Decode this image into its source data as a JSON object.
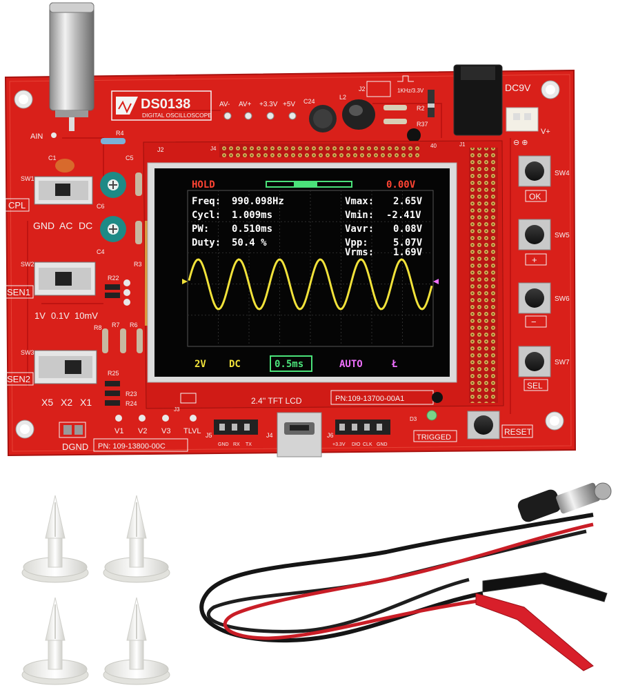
{
  "board": {
    "brand": "DS0138",
    "subtitle": "DIGITAL OSCILLOSCOPE",
    "power_label": "DC9V",
    "ain_label": "AIN",
    "cpl_label": "CPL",
    "cpl_options": [
      "GND",
      "AC",
      "DC"
    ],
    "sen1_label": "SEN1",
    "sen1_options": [
      "1V",
      "0.1V",
      "10mV"
    ],
    "sen2_label": "SEN2",
    "sen2_options": [
      "X5",
      "X2",
      "X1"
    ],
    "dgnd_label": "DGND",
    "board_pn": "PN: 109-13800-00C",
    "lcd_label": "2.4'' TFT LCD",
    "lcd_pn": "PN:109-13700-00A1",
    "buttons": [
      {
        "id": "SW4",
        "label": "OK"
      },
      {
        "id": "SW5",
        "label": "+"
      },
      {
        "id": "SW6",
        "label": "−"
      },
      {
        "id": "SW7",
        "label": "SEL"
      }
    ],
    "reset_label": "RESET",
    "trigged_label": "TRIGGED",
    "test_signal": "1KHz/3.3V",
    "voltage_pins": [
      "AV-",
      "AV+",
      "+3.3V",
      "+5V"
    ],
    "probe_points": [
      "V1",
      "V2",
      "V3",
      "TLVL"
    ],
    "j5_pins": [
      "GND",
      "RX",
      "TX"
    ],
    "j6_pins": [
      "+3.3V",
      "DIO",
      "CLK",
      "GND"
    ]
  },
  "screen": {
    "status": "HOLD",
    "trigger_level": "0.00V",
    "measurements_left": [
      {
        "label": "Freq:",
        "value": "990.098Hz"
      },
      {
        "label": "Cycl:",
        "value": "1.009ms"
      },
      {
        "label": "PW:",
        "value": "0.510ms"
      },
      {
        "label": "Duty:",
        "value": "50.4 %"
      }
    ],
    "measurements_right": [
      {
        "label": "Vmax:",
        "value": "2.65V"
      },
      {
        "label": "Vmin:",
        "value": "-2.41V"
      },
      {
        "label": "Vavr:",
        "value": "0.08V"
      },
      {
        "label": "Vpp:",
        "value": "5.07V"
      },
      {
        "label": "Vrms:",
        "value": "1.69V"
      }
    ],
    "bottom_bar": {
      "volts_div": "2V",
      "coupling": "DC",
      "time_div": "0.5ms",
      "trigger_mode": "AUTO",
      "trigger_edge": "Ł"
    },
    "colors": {
      "status": "#ff4433",
      "waveform": "#f1e23a",
      "text": "#ffffff",
      "volts": "#f1e23a",
      "coupling": "#f1e23a",
      "timebase": "#4be37a",
      "mode": "#f070ff",
      "edge": "#f070ff",
      "grid": "#3a3a3a"
    }
  },
  "accessories": {
    "standoffs_count": 4,
    "probe_cable": "BNC to alligator clip probe",
    "probe_colors": {
      "red": "#d81f2a",
      "black": "#1a1a1a"
    }
  }
}
